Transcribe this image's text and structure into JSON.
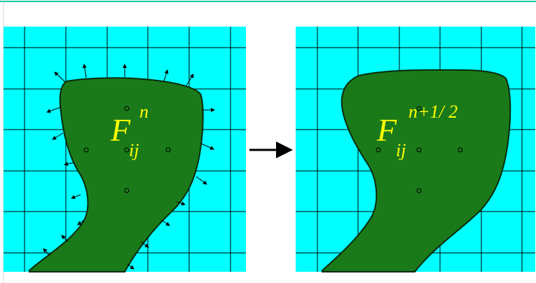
{
  "colors": {
    "frame_line": "#19c9a0",
    "grid_background": "#00ffff",
    "grid_lines": "#000000",
    "fluid_region": "#1a7a1a",
    "fluid_outline": "#0a2a0a",
    "label_text": "#ffff00",
    "arrow": "#000000"
  },
  "left_panel": {
    "label_main": "F",
    "label_subscript": "ij",
    "label_superscript": "n"
  },
  "right_panel": {
    "label_main": "F",
    "label_subscript": "ij",
    "label_superscript": "n+1/ 2"
  },
  "transition_arrow": {
    "icon": "right-arrow-icon"
  }
}
